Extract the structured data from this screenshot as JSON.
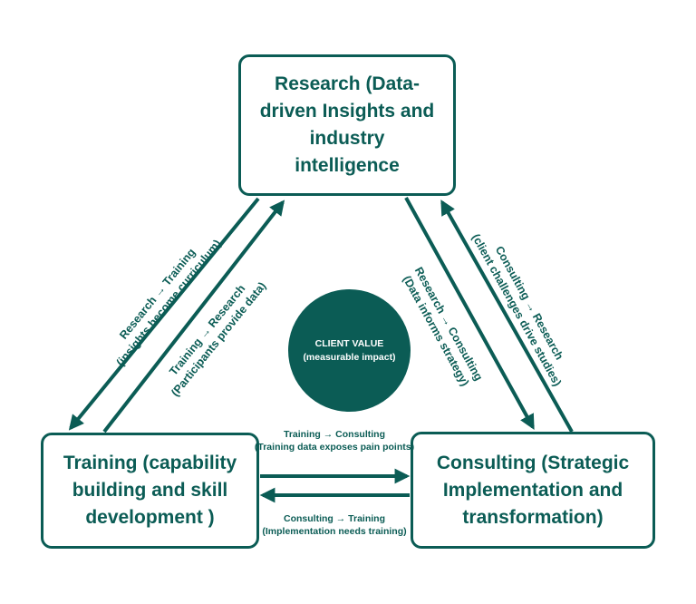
{
  "colors": {
    "primary": "#0b5c55",
    "background": "#ffffff",
    "hub_text": "#ffffff"
  },
  "nodes": {
    "research": {
      "label": "Research (Data-driven Insights and industry intelligence"
    },
    "training": {
      "label": "Training (capability building and skill development )"
    },
    "consulting": {
      "label": "Consulting (Strategic Implementation and transformation)"
    }
  },
  "hub": {
    "title": "CLIENT VALUE",
    "subtitle": "(measurable impact)"
  },
  "edges": [
    {
      "id": "research-to-training",
      "from": "Research",
      "to": "Training",
      "line1": "Research → Training",
      "line2": "(insights become curriculum)"
    },
    {
      "id": "training-to-research",
      "from": "Training",
      "to": "Research",
      "line1": "Training → Research",
      "line2": "(Participants provide data)"
    },
    {
      "id": "research-to-consulting",
      "from": "Research",
      "to": "Consulting",
      "line1": "Research → Consulting",
      "line2": "(Data informs strategy)"
    },
    {
      "id": "consulting-to-research",
      "from": "Consulting",
      "to": "Research",
      "line1": "Consulting → Research",
      "line2": "(client challenges drive studies)"
    },
    {
      "id": "training-to-consulting",
      "from": "Training",
      "to": "Consulting",
      "line1": "Training → Consulting",
      "line2": "(Training data exposes pain points)"
    },
    {
      "id": "consulting-to-training",
      "from": "Consulting",
      "to": "Training",
      "line1": "Consulting → Training",
      "line2": "(Implementation needs training)"
    }
  ]
}
